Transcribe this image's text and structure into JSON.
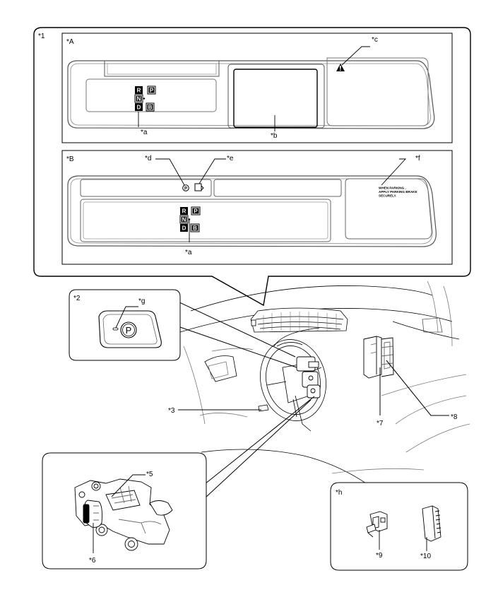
{
  "callouts": {
    "c1": "*1",
    "cA": "*A",
    "cB": "*B",
    "ca_top": "*a",
    "cb": "*b",
    "cc": "*c",
    "cd": "*d",
    "ce": "*e",
    "cf": "*f",
    "ca_bottom": "*a",
    "c2": "*2",
    "cg": "*g",
    "c3": "*3",
    "c5": "*5",
    "c6": "*6",
    "c7": "*7",
    "c8": "*8",
    "ch": "*h",
    "c9": "*9",
    "c10": "*10"
  },
  "shift_indicator": {
    "r": "R",
    "p": "P",
    "n": "N",
    "d": "D",
    "b": "B"
  },
  "parking_message": {
    "line1": "WHEN     PARKING ,",
    "line2": "APPLY PARKING BRAKE",
    "line3": "SECURELY."
  },
  "p_switch_symbol": "P",
  "colors": {
    "stroke": "#000000",
    "panel_outline": "#555555",
    "background": "#ffffff"
  }
}
